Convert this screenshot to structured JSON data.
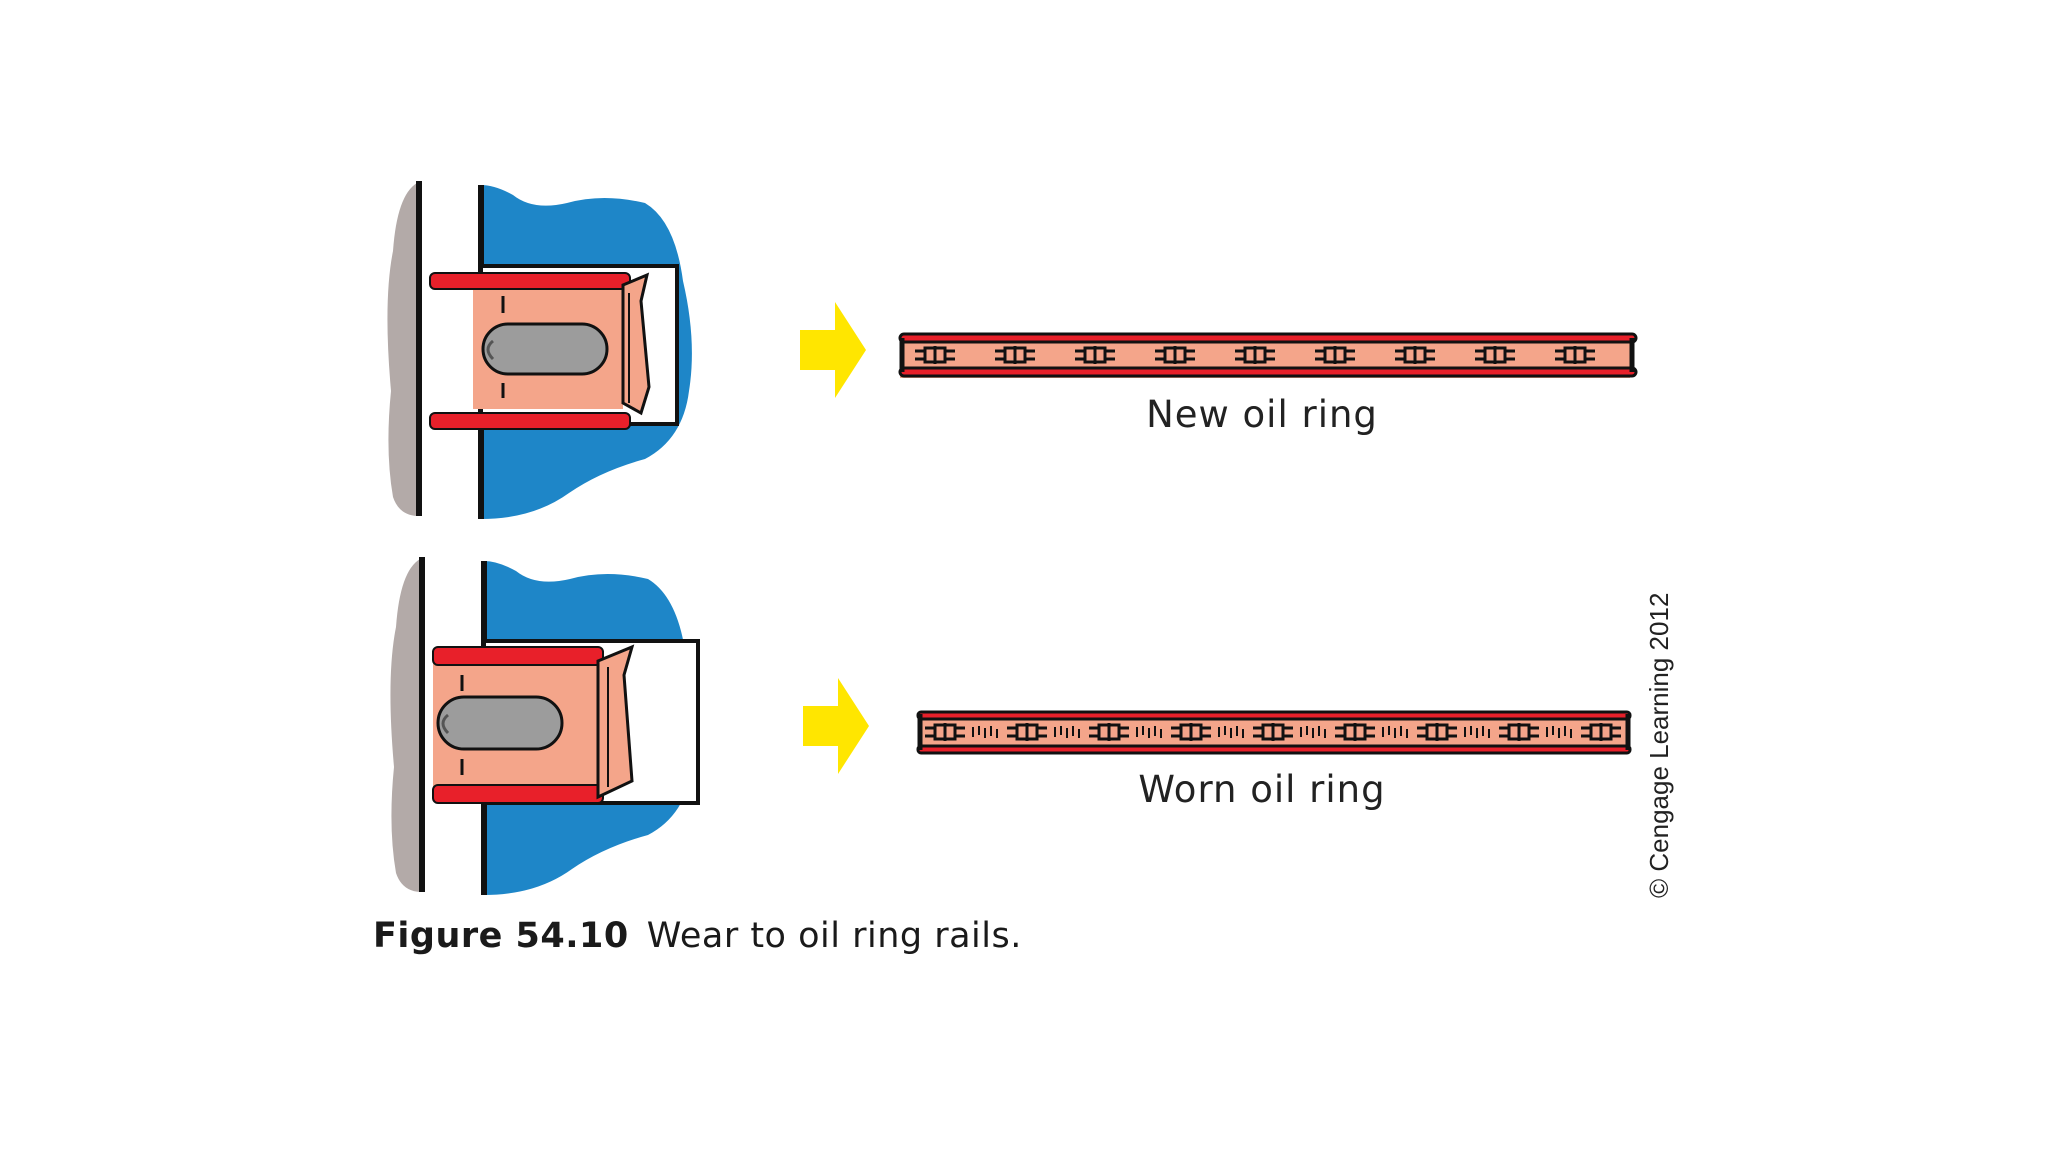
{
  "labels": {
    "new_ring": "New oil ring",
    "worn_ring": "Worn oil ring"
  },
  "caption": {
    "figure_number": "Figure 54.10",
    "text": "Wear to oil ring rails."
  },
  "copyright": "© Cengage Learning 2012",
  "colors": {
    "cylinder_wall": "#b3aaa8",
    "piston": "#1e86c8",
    "ring_rail": "#e8202a",
    "ring_body": "#f4a58a",
    "expander_gray": "#9c9c9c",
    "arrow": "#ffe600",
    "outline": "#111111"
  }
}
